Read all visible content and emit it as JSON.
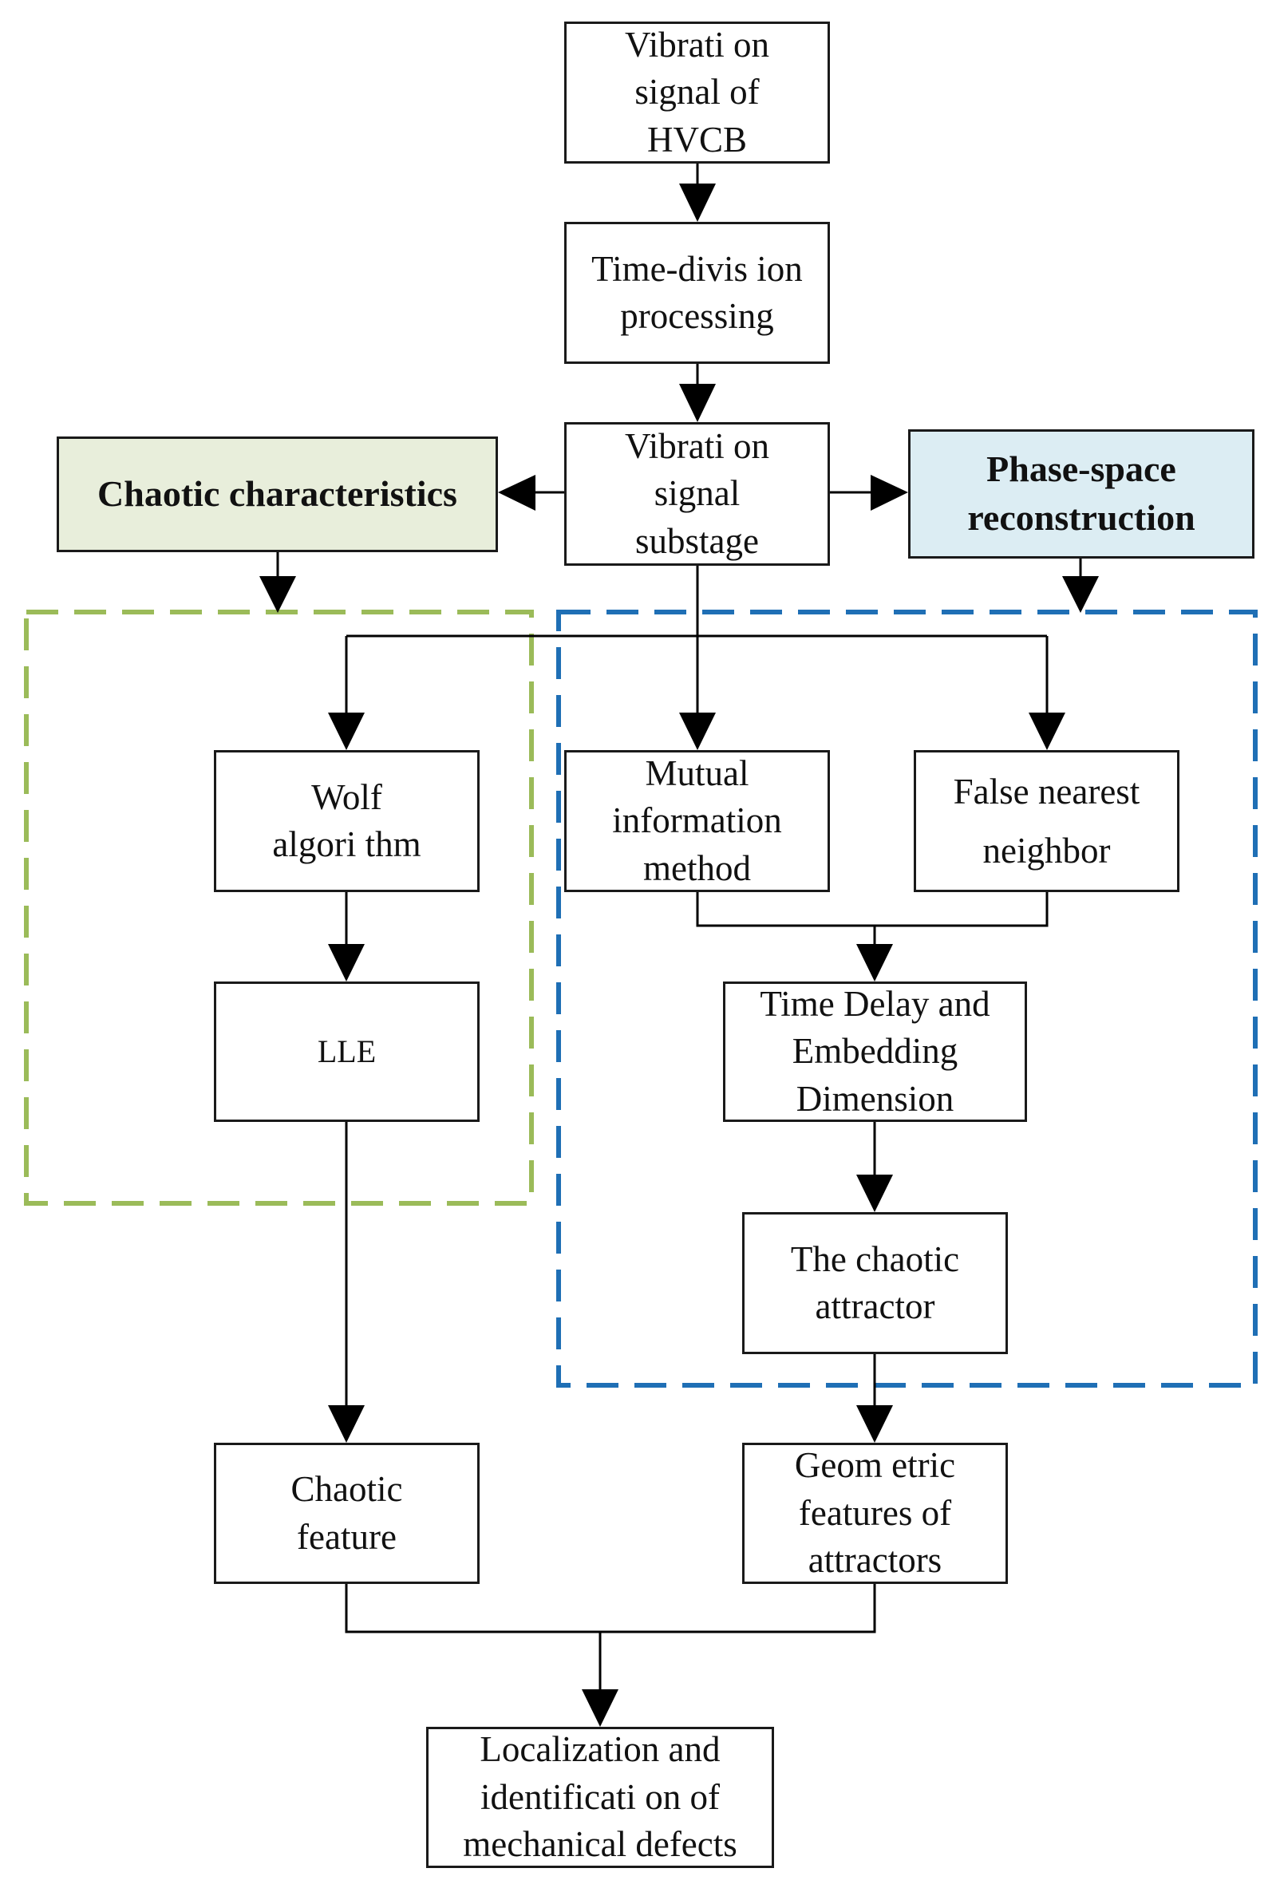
{
  "diagram": {
    "nodes": {
      "vibration_signal": "Vibrati on\nsignal of\nHVCB",
      "time_division": "Time-divis ion\nprocessing",
      "substage": "Vibrati on\nsignal\nsubstage",
      "chaotic_characteristics": "Chaotic characteristics",
      "phase_space": "Phase-space\nreconstruction",
      "wolf": "Wolf\nalgori thm",
      "mutual_information": "Mutual\ninformation\nmethod",
      "false_nearest": "False nearest\nneighbor",
      "lle": "LLE",
      "time_delay": "Time Delay and\nEmbedding\nDimension",
      "chaotic_attractor": "The chaotic\nattractor",
      "chaotic_feature": "Chaotic\nfeature",
      "geometric_features": "Geom etric\nfeatures of\nattractors",
      "localization": "Localization and\nidentificati on of\nmechanical defects"
    },
    "colors": {
      "line": "#000000",
      "green_box_fill": "#e8eedb",
      "blue_box_fill": "#dcedf3",
      "green_dashed_border": "#9bbb59",
      "blue_dashed_border": "#1f6fb5"
    }
  }
}
